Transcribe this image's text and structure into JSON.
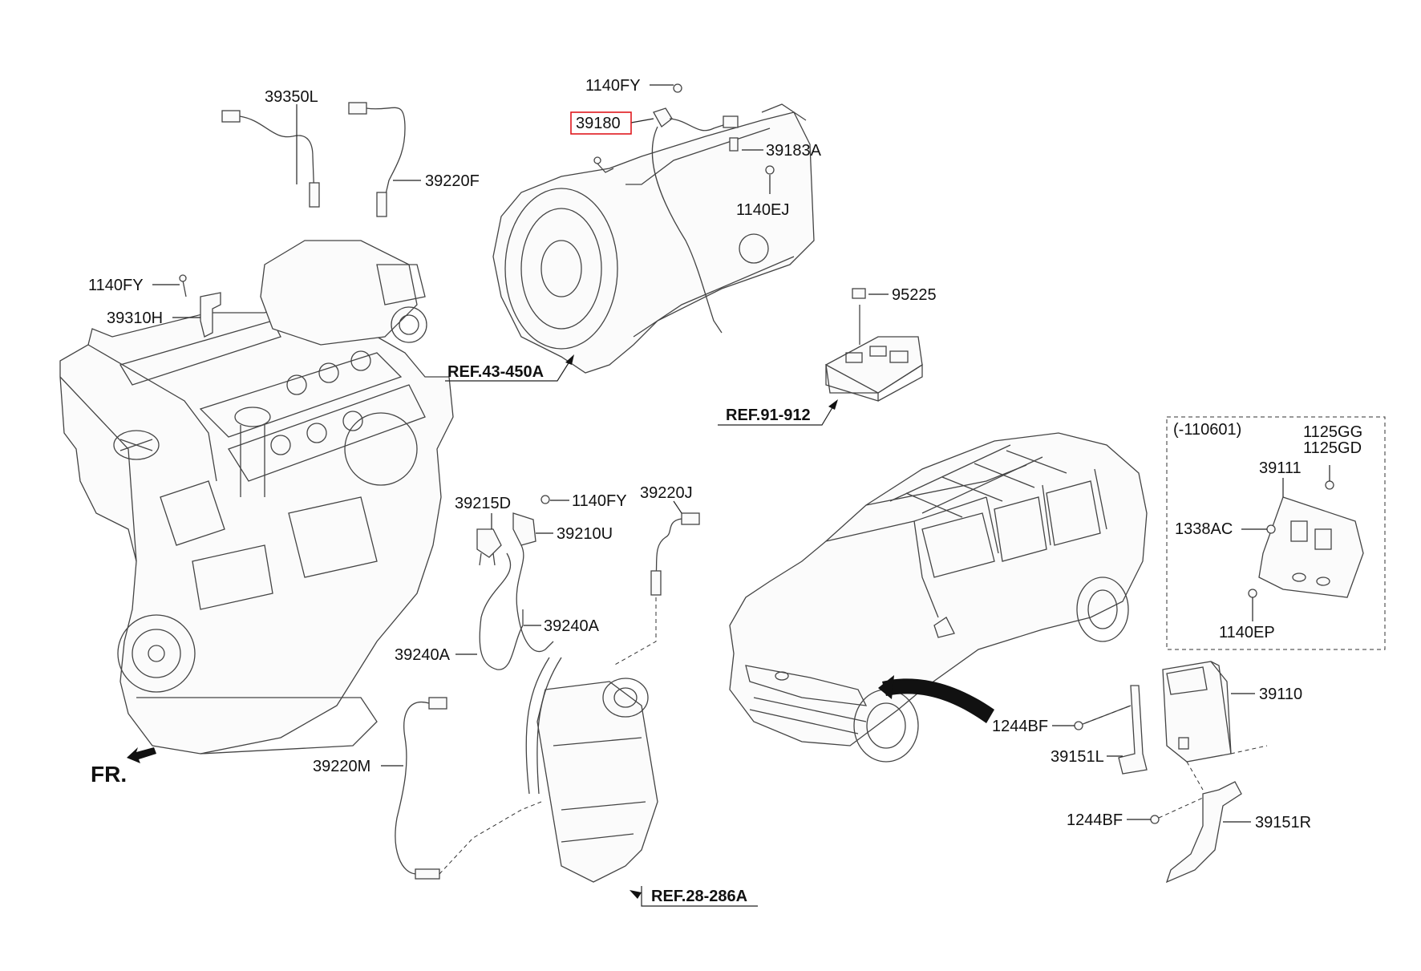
{
  "labels": {
    "p39350L": "39350L",
    "p39220F": "39220F",
    "p1140FY_a": "1140FY",
    "p39310H": "39310H",
    "p1140FY_b": "1140FY",
    "p39180": "39180",
    "p39183A": "39183A",
    "p1140EJ": "1140EJ",
    "p95225": "95225",
    "p39215D": "39215D",
    "p1140FY_c": "1140FY",
    "p39210U": "39210U",
    "p39220J": "39220J",
    "p39240A_a": "39240A",
    "p39240A_b": "39240A",
    "p39220M": "39220M",
    "p110601": "(-110601)",
    "p1125GG": "1125GG",
    "p1125GD": "1125GD",
    "p39111": "39111",
    "p1338AC": "1338AC",
    "p1140EP": "1140EP",
    "p39110": "39110",
    "p1244BF_a": "1244BF",
    "p39151L": "39151L",
    "p1244BF_b": "1244BF",
    "p39151R": "39151R"
  },
  "refs": {
    "r43": "REF.43-450A",
    "r91": "REF.91-912",
    "r28": "REF.28-286A"
  },
  "front_marker": "FR.",
  "colors": {
    "highlight_box": "#e0191e",
    "line": "#222222"
  },
  "icons": {
    "engine": "engine-block-drawing",
    "transmission": "transmission-drawing",
    "fuse_box": "fuse-box-drawing",
    "vehicle": "suv-vehicle-drawing",
    "ecu": "ecu-module-drawing",
    "catalytic": "catalytic-converter-drawing"
  }
}
